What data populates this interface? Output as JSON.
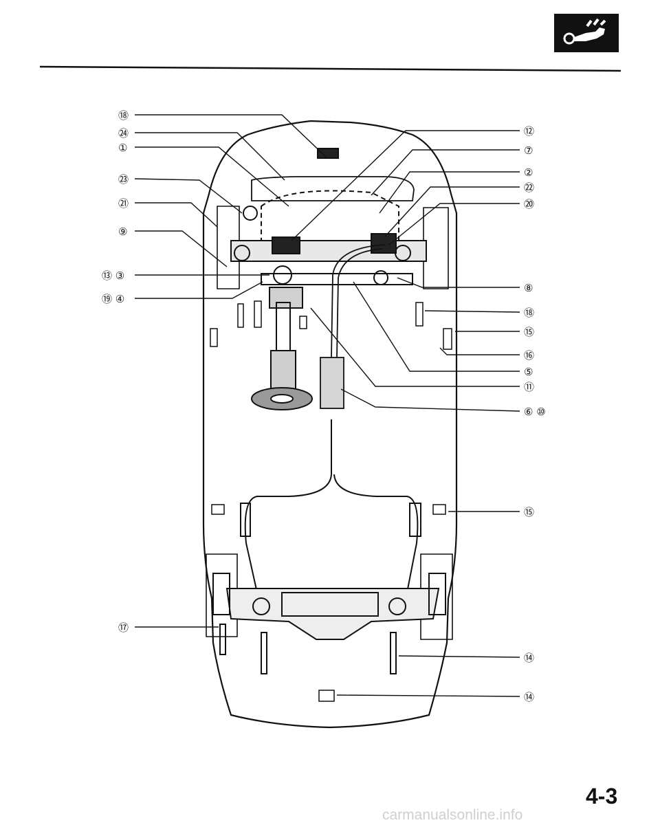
{
  "header": {
    "logo_icon": "wrench-fist-icon"
  },
  "footer": {
    "page_number": "4-3",
    "watermark": "carmanualsonline.info"
  },
  "diagram": {
    "callouts": [
      {
        "id": "c-l1",
        "text": "⑱"
      },
      {
        "id": "c-l2",
        "text": "㉔"
      },
      {
        "id": "c-l3",
        "text": "①"
      },
      {
        "id": "c-l4",
        "text": "㉓"
      },
      {
        "id": "c-l5",
        "text": "㉑"
      },
      {
        "id": "c-l6",
        "text": "⑨"
      },
      {
        "id": "c-l7",
        "text": "⑬ ③"
      },
      {
        "id": "c-l8",
        "text": "⑲ ④"
      },
      {
        "id": "c-l9",
        "text": "⑰"
      },
      {
        "id": "c-r1",
        "text": "⑫"
      },
      {
        "id": "c-r2",
        "text": "⑦"
      },
      {
        "id": "c-r3",
        "text": "②"
      },
      {
        "id": "c-r4",
        "text": "㉒"
      },
      {
        "id": "c-r5",
        "text": "⑳"
      },
      {
        "id": "c-r6",
        "text": "⑧"
      },
      {
        "id": "c-r7",
        "text": "⑱"
      },
      {
        "id": "c-r8",
        "text": "⑮"
      },
      {
        "id": "c-r9",
        "text": "⑯"
      },
      {
        "id": "c-r10",
        "text": "⑤"
      },
      {
        "id": "c-r11",
        "text": "⑪"
      },
      {
        "id": "c-r12",
        "text": "⑥ ⑩"
      },
      {
        "id": "c-r13",
        "text": "⑮"
      },
      {
        "id": "c-r14",
        "text": "⑭"
      },
      {
        "id": "c-r15",
        "text": "⑭"
      }
    ]
  }
}
